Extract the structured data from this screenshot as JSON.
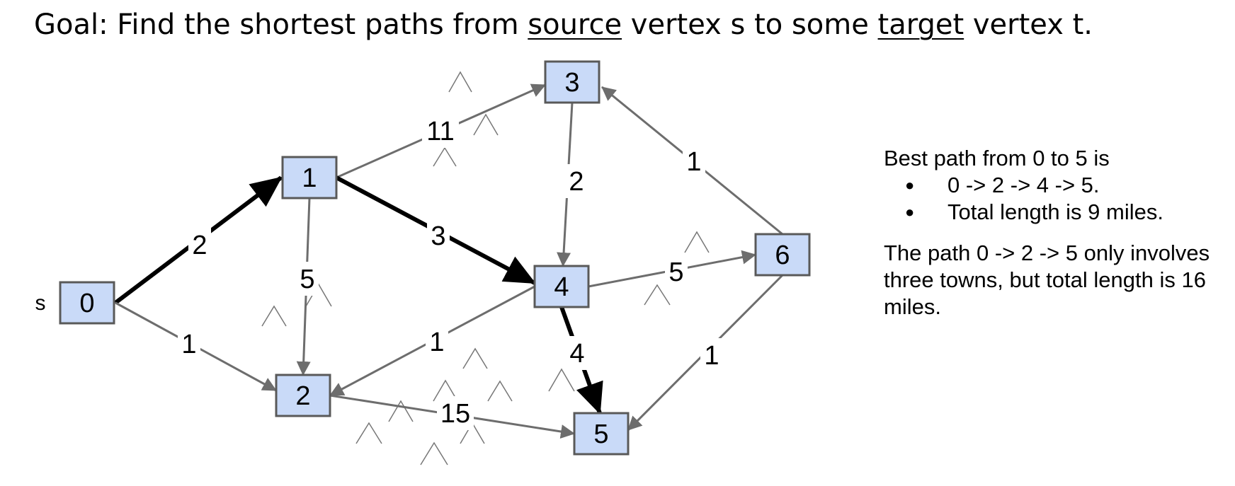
{
  "title": {
    "prefix": "Goal: Find the shortest paths from ",
    "source_word": "source",
    "middle": " vertex s to some ",
    "target_word": "target",
    "suffix": " vertex t."
  },
  "source_label": "s",
  "colors": {
    "node_fill": "#c9daf8",
    "node_border": "#595959",
    "edge": "#6d6d6d",
    "highlight_edge": "#000000"
  },
  "nodes": [
    {
      "id": "0",
      "label": "0"
    },
    {
      "id": "1",
      "label": "1"
    },
    {
      "id": "2",
      "label": "2"
    },
    {
      "id": "3",
      "label": "3"
    },
    {
      "id": "4",
      "label": "4"
    },
    {
      "id": "5",
      "label": "5"
    },
    {
      "id": "6",
      "label": "6"
    }
  ],
  "edges": [
    {
      "from": "0",
      "to": "1",
      "weight": "2",
      "highlight": true
    },
    {
      "from": "0",
      "to": "2",
      "weight": "1",
      "highlight": false
    },
    {
      "from": "1",
      "to": "3",
      "weight": "11",
      "highlight": false
    },
    {
      "from": "1",
      "to": "4",
      "weight": "3",
      "highlight": true
    },
    {
      "from": "1",
      "to": "2",
      "weight": "5",
      "highlight": false
    },
    {
      "from": "3",
      "to": "4",
      "weight": "2",
      "highlight": false
    },
    {
      "from": "6",
      "to": "3",
      "weight": "1",
      "highlight": false
    },
    {
      "from": "4",
      "to": "6",
      "weight": "5",
      "highlight": false
    },
    {
      "from": "4",
      "to": "2",
      "weight": "1",
      "highlight": false
    },
    {
      "from": "4",
      "to": "5",
      "weight": "4",
      "highlight": true
    },
    {
      "from": "6",
      "to": "5",
      "weight": "1",
      "highlight": false
    },
    {
      "from": "2",
      "to": "5",
      "weight": "15",
      "highlight": false
    }
  ],
  "notes": {
    "best_path_heading": "Best path from 0 to 5 is",
    "bullets": [
      "0 -> 2 -> 4 -> 5.",
      "Total length is 9 miles."
    ],
    "alt_path_text": "The path 0 -> 2 -> 5 only involves three towns, but total length is 16 miles."
  }
}
